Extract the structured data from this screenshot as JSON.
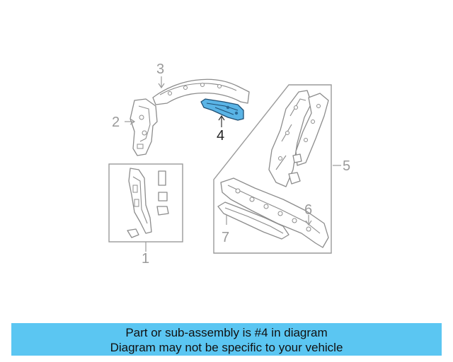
{
  "callouts": {
    "c1": "1",
    "c2": "2",
    "c3": "3",
    "c4": "4",
    "c5": "5",
    "c6": "6",
    "c7": "7"
  },
  "highlight_color": "#5ab4e6",
  "banner": {
    "line1": "Part or sub-assembly is #4 in diagram",
    "line2": "Diagram may not be specific to your vehicle",
    "background": "#5bc6f2"
  }
}
